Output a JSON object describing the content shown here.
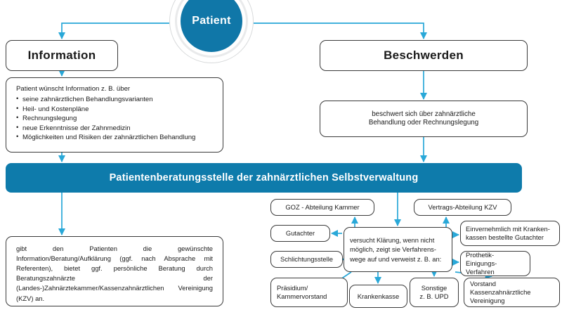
{
  "colors": {
    "brand_blue": "#0e7bab",
    "circle_blue": "#1077a8",
    "arrow_blue": "#29a8d8",
    "box_border": "#3a3a3a",
    "ring_gray": "#d8dadb"
  },
  "root": {
    "label": "Patient"
  },
  "branches": {
    "information": {
      "title": "Information",
      "detail": {
        "lead": "Patient wünscht Information z. B. über",
        "bullets": [
          "seine zahnärztlichen Behandlungsvarianten",
          "Heil- und Kostenpläne",
          "Rechnungslegung",
          "neue Erkenntnisse der Zahnmedizin",
          "Möglichkeiten und Risiken der zahnärztlichen Behandlung"
        ]
      },
      "answer": "gibt den Patienten die gewünschte Information/Beratung/Aufklärung (ggf. nach Absprache mit Referenten), bietet ggf. persönliche Beratung durch Beratungszahnärzte der (Landes-)Zahnärztekammer/Kassenzahnärztlichen Vereinigung (KZV) an."
    },
    "beschwerden": {
      "title": "Beschwerden",
      "detail_line1": "beschwert sich über zahnärztliche",
      "detail_line2": "Behandlung oder Rechnungslegung"
    }
  },
  "center_bar": {
    "label": "Patientenberatungsstelle der  zahnärztlichen Selbstverwaltung"
  },
  "hub": {
    "line1": "versucht Klärung, wenn nicht",
    "line2": "möglich, zeigt sie Verfahrens-",
    "line3": "wege auf und verweist z. B. an:"
  },
  "referrals": {
    "goz": "GOZ - Abteilung Kammer",
    "gutachter": "Gutachter",
    "schlichtungsstelle": "Schlichtungsstelle",
    "praesidium_line1": "Präsidium/",
    "praesidium_line2": "Kammervorstand",
    "krankenkasse": "Krankenkasse",
    "sonstige_line1": "Sonstige",
    "sonstige_line2": "z. B. UPD",
    "vertrags": "Vertrags-Abteilung KZV",
    "einvernehmlich_line1": "Einvernehmlich mit Kranken-",
    "einvernehmlich_line2": "kassen bestellte Gutachter",
    "prothetik_line1": "Prothetik-",
    "prothetik_line2": "Einigungs-Verfahren",
    "vorstand_line1": "Vorstand Kassenzahnärztliche",
    "vorstand_line2": "Vereinigung"
  }
}
